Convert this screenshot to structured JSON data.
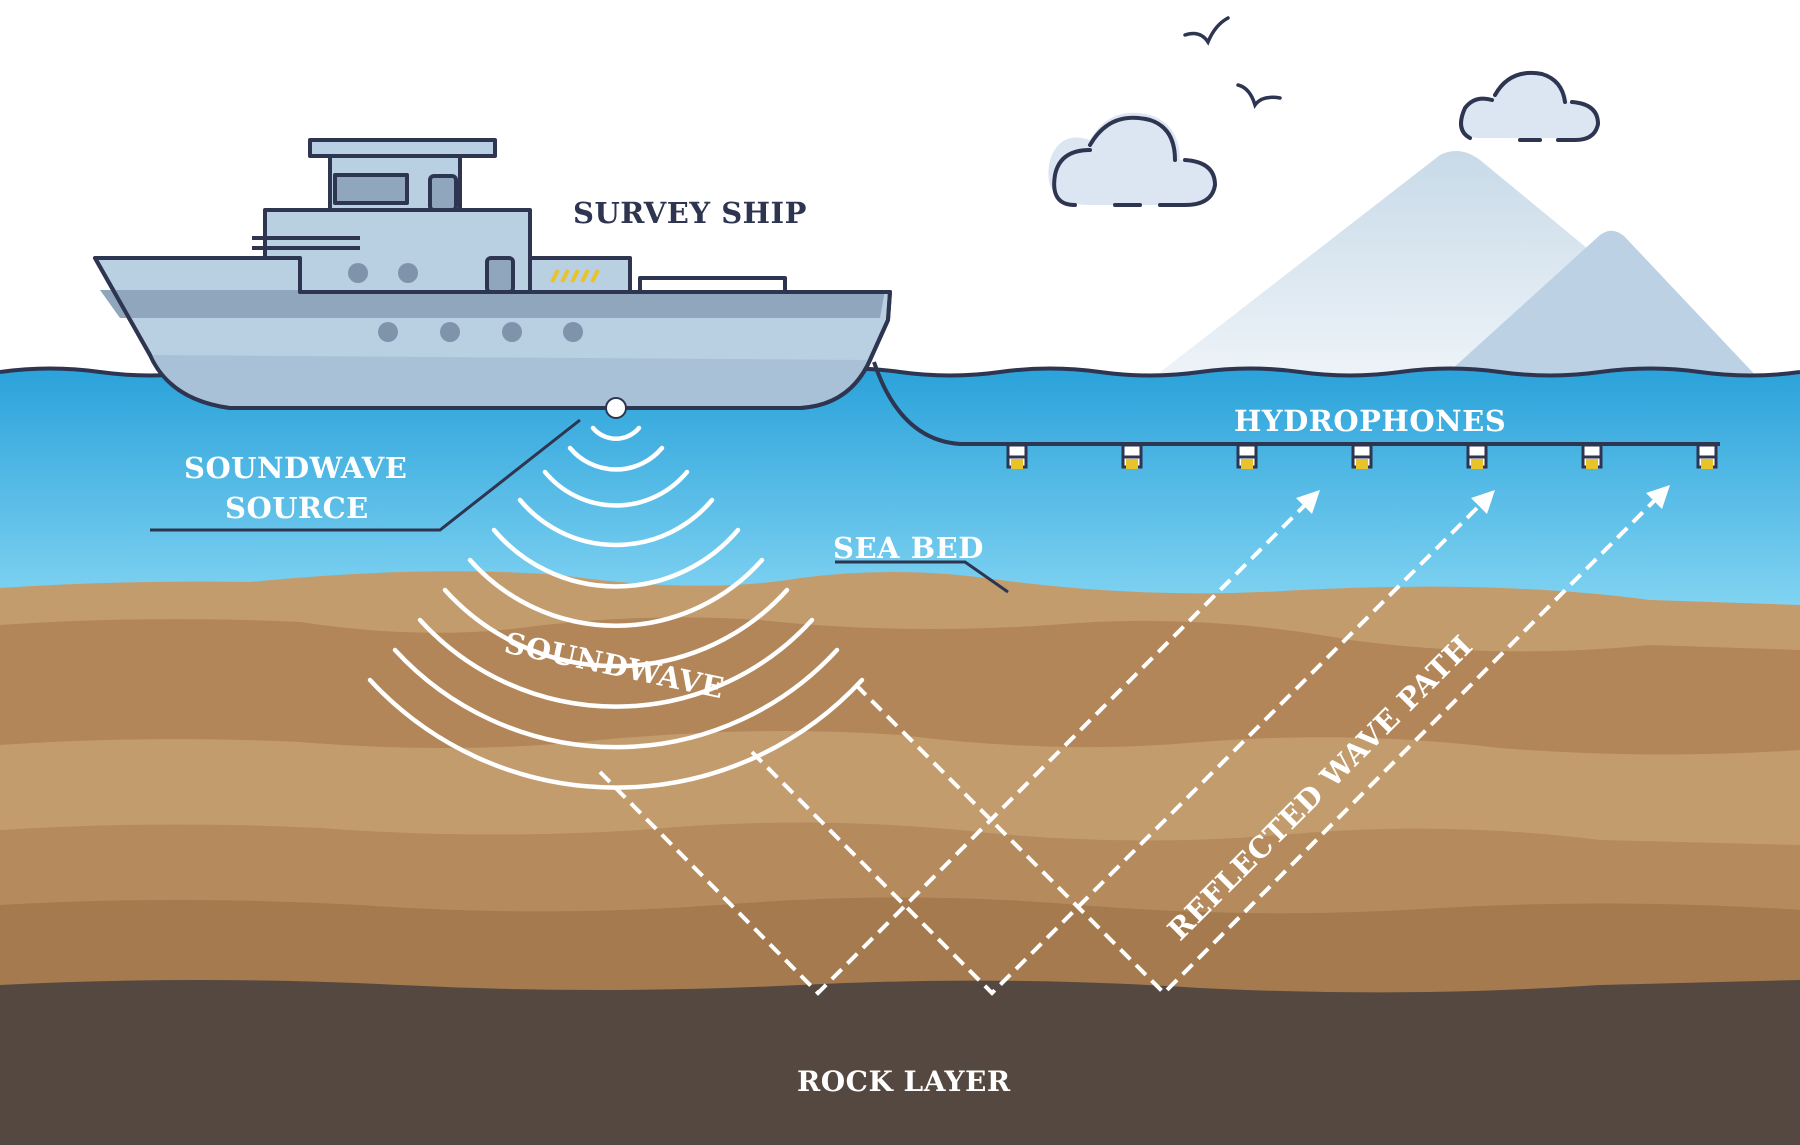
{
  "labels": {
    "survey_ship": "SURVEY SHIP",
    "soundwave_source_line1": "SOUNDWAVE",
    "soundwave_source_line2": "SOURCE",
    "hydrophones": "HYDROPHONES",
    "sea_bed": "SEA BED",
    "soundwave": "SOUNDWAVE",
    "reflected_wave_path": "REFLECTED WAVE PATH",
    "rock_layer": "ROCK LAYER"
  },
  "colors": {
    "sky": "#ffffff",
    "water_top": "#3fb0e0",
    "water_bottom": "#7ad0f0",
    "sediment_light": "#c19a6b",
    "sediment_mid": "#b08457",
    "sediment_dark": "#a07a50",
    "rock": "#554840",
    "ship_hull": "#b9cfe2",
    "ship_stripe": "#8fa6bd",
    "outline": "#2d3550",
    "mountain": "#c9dbe9",
    "accent_yellow": "#e8c32a"
  },
  "icons": {
    "ship": "survey-ship-icon",
    "cloud": "cloud-icon",
    "bird": "bird-icon",
    "mountain": "mountain-icon",
    "hydrophone": "hydrophone-icon",
    "arrow": "arrow-icon"
  }
}
